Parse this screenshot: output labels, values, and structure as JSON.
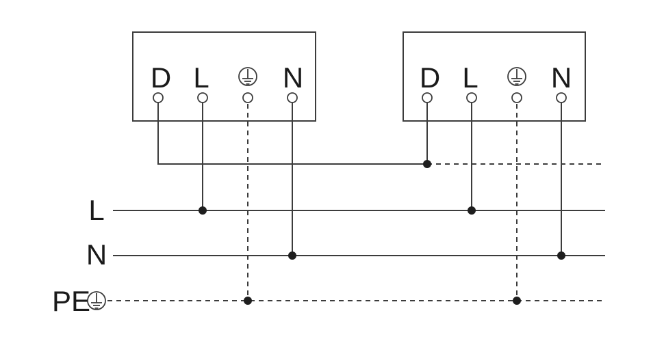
{
  "diagram": {
    "type": "electrical-wiring-schematic",
    "background_color": "#ffffff",
    "line_color": "#3c3c3c",
    "text_color": "#1a1a1a",
    "devices": [
      {
        "terminals": {
          "d": "D",
          "l": "L",
          "pe_icon": "protective-earth-icon",
          "n": "N"
        }
      },
      {
        "terminals": {
          "d": "D",
          "l": "L",
          "pe_icon": "protective-earth-icon",
          "n": "N"
        }
      }
    ],
    "buses": {
      "live_label": "L",
      "neutral_label": "N",
      "protective_earth_label": "PE",
      "pe_icon": "protective-earth-icon"
    }
  }
}
